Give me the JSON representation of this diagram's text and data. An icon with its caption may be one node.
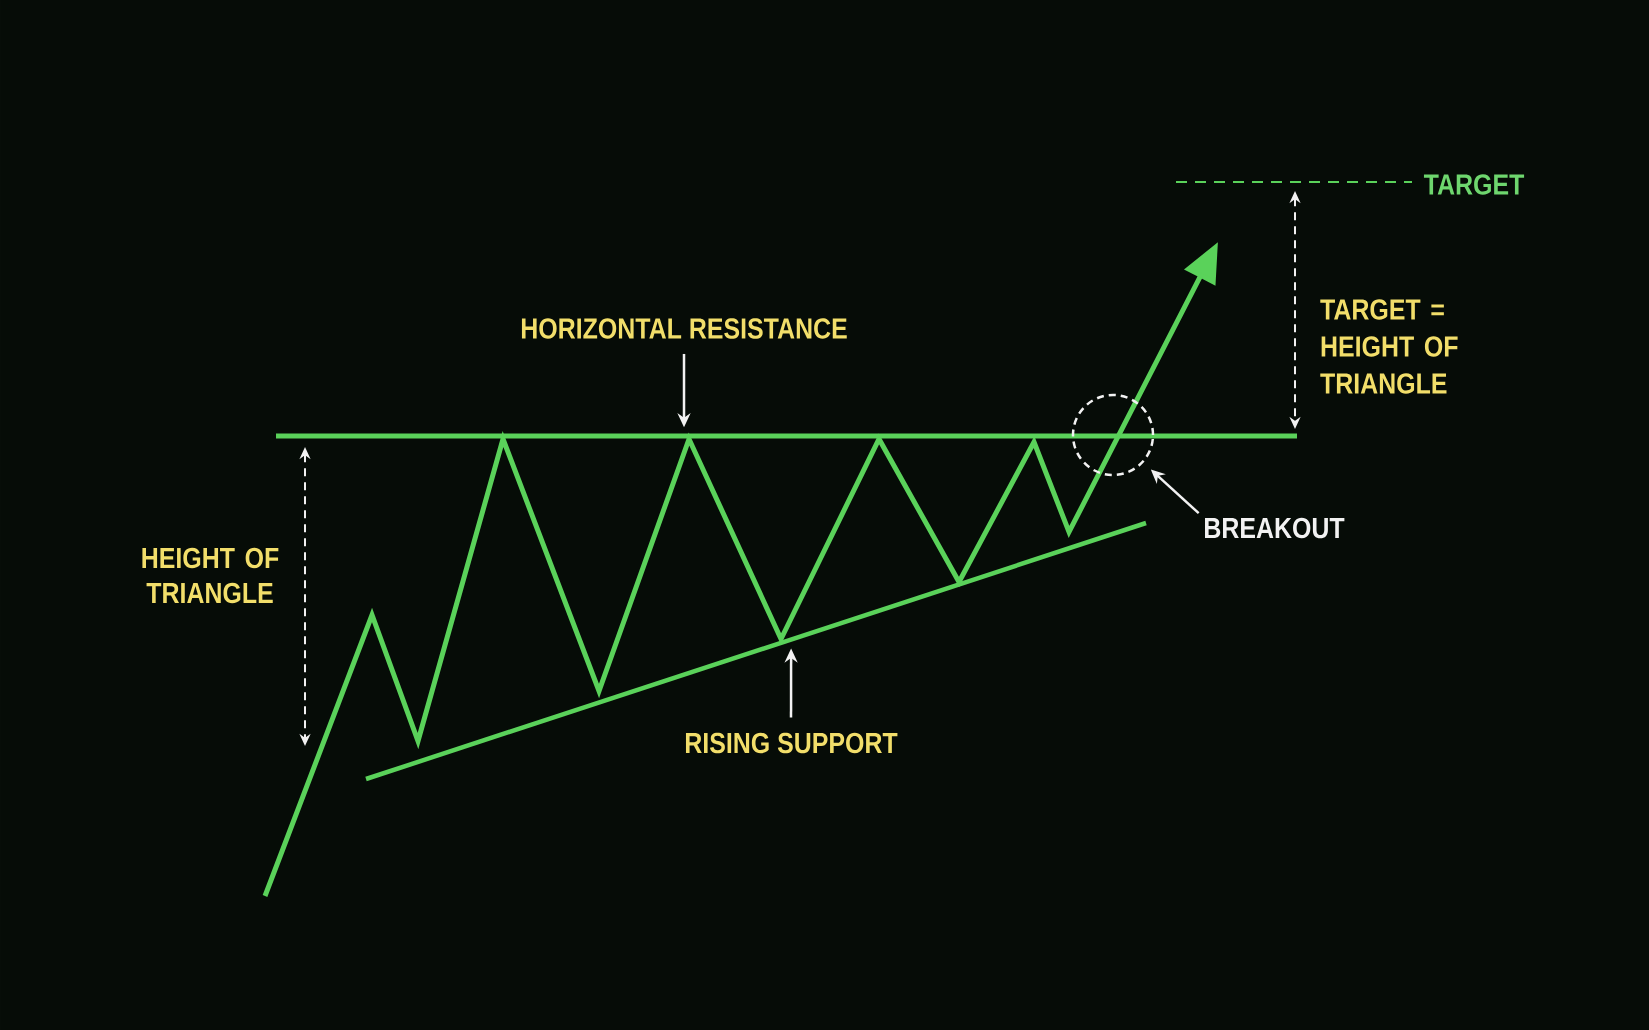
{
  "diagram": {
    "nodes": [
      {
        "text": [
          "HORIZONTAL RESISTANCE"
        ]
      },
      {
        "text": [],
        "shape": "line"
      },
      {
        "text": [
          "RISING SUPPORT"
        ]
      },
      {
        "text": [],
        "shape": "line"
      },
      {
        "text": [
          "BREAKOUT"
        ]
      },
      {
        "text": [],
        "shape": "circle"
      }
    ],
    "edges": [
      {
        "from": 0,
        "to": 1,
        "arrow": "to"
      },
      {
        "from": 2,
        "to": 3,
        "arrow": "to"
      },
      {
        "from": 4,
        "to": 5,
        "arrow": "to"
      }
    ],
    "labels": [
      "TARGET",
      "TARGET = HEIGHT OF TRIANGLE",
      "HEIGHT OF TRIANGLE"
    ]
  }
}
